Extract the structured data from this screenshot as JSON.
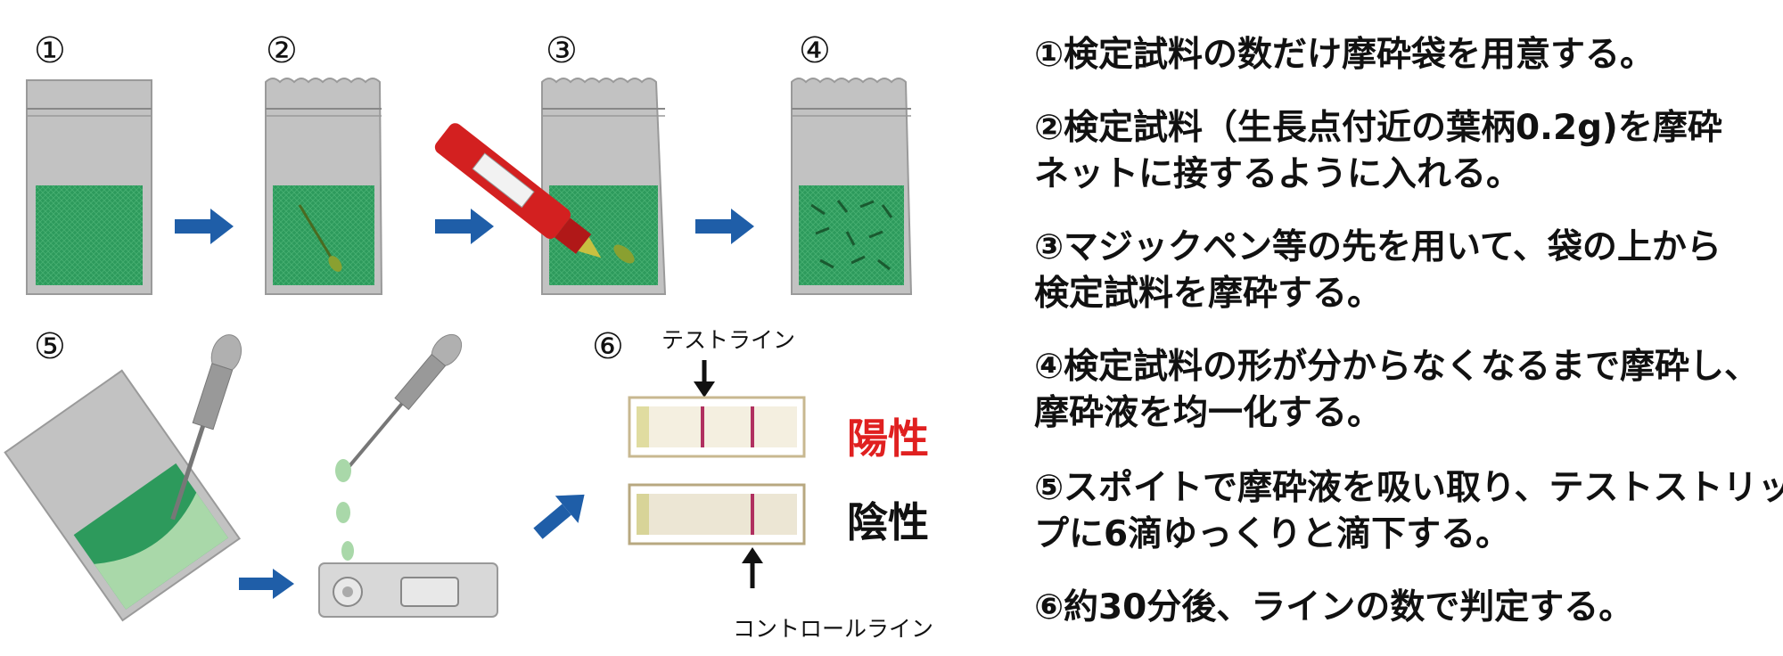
{
  "step_numbers": [
    "①",
    "②",
    "③",
    "④",
    "⑤",
    "⑥"
  ],
  "instructions": [
    [
      "①検定試料の数だけ摩砕袋を用意する。"
    ],
    [
      "②検定試料（生長点付近の葉柄0.2g)を摩砕",
      "ネットに接するように入れる。"
    ],
    [
      "③マジックペン等の先を用いて、袋の上から",
      "検定試料を摩砕する。"
    ],
    [
      "④検定試料の形が分からなくなるまで摩砕し、",
      "摩砕液を均一化する。"
    ],
    [
      "⑤スポイトで摩砕液を吸い取り、テストストリッ",
      "プに6滴ゆっくりと滴下する。"
    ],
    [
      "⑥約30分後、ラインの数で判定する。"
    ]
  ],
  "strip_labels": {
    "test_line": "テストライン",
    "control_line": "コントロールライン"
  },
  "results": {
    "positive": "陽性",
    "negative": "陰性"
  },
  "colors": {
    "bag": "#c2c2c2",
    "net": "#2d9a5c",
    "arrow": "#1f5ea8",
    "pen": "#d32020",
    "positive_text": "#e02020",
    "negative_text": "#111111",
    "liquid": "#a9d8a9",
    "line": "#b03060"
  },
  "icons": [
    "bag-icon",
    "blue-arrow-icon",
    "marker-pen-icon",
    "dropper-icon",
    "test-strip-icon",
    "down-arrow-icon",
    "up-arrow-icon"
  ]
}
